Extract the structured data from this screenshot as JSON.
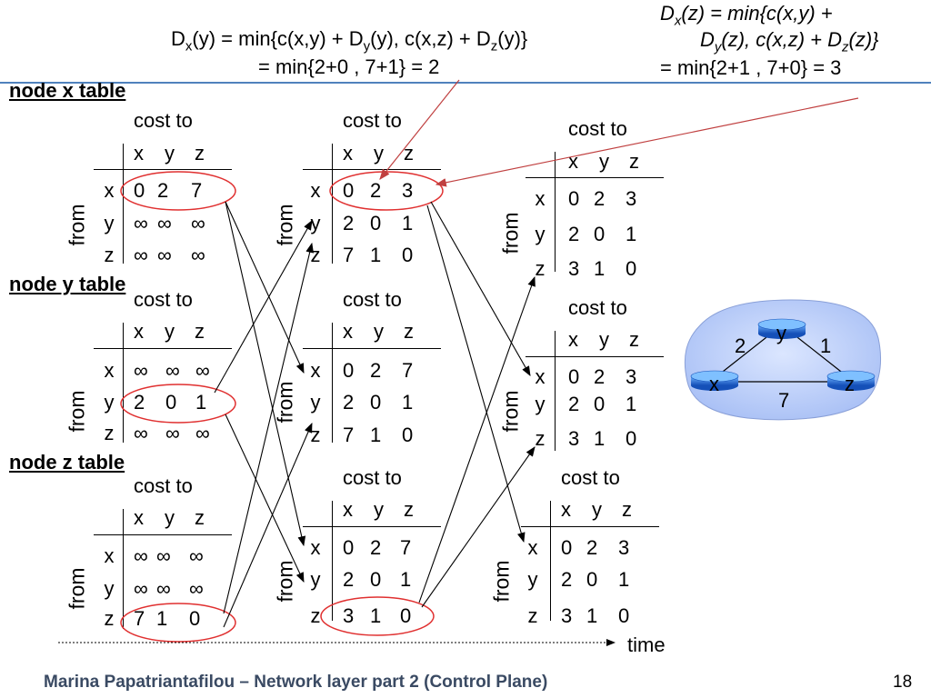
{
  "formula_left": {
    "line1_pre": "D",
    "line1_sub1": "x",
    "line1_mid1": "(y) = min{c(x,y) + D",
    "line1_sub2": "y",
    "line1_mid2": "(y), c(x,z) + D",
    "line1_sub3": "z",
    "line1_end": "(y)}",
    "line2": "= min{2+0 , 7+1} = 2"
  },
  "formula_right": {
    "line1_pre": "D",
    "line1_sub1": "x",
    "line1_mid": "(z) = min{c(x,y) +",
    "line2_pre": "D",
    "line2_sub1": "y",
    "line2_mid": "(z), c(x,z) + D",
    "line2_sub2": "z",
    "line2_end": "(z)}",
    "line3": "= min{2+1 , 7+0} = 3"
  },
  "section_titles": {
    "x": "node x table",
    "y": "node y table",
    "z": "node z table"
  },
  "labels": {
    "cost_to": "cost to",
    "from": "from",
    "cols": [
      "x",
      "y",
      "z"
    ],
    "rows": [
      "x",
      "y",
      "z"
    ],
    "time": "time"
  },
  "tables": [
    {
      "id": "x-t0",
      "rows": [
        [
          "0",
          "2",
          "7"
        ],
        [
          "∞",
          "∞",
          "∞"
        ],
        [
          "∞",
          "∞",
          "∞"
        ]
      ]
    },
    {
      "id": "x-t1",
      "rows": [
        [
          "0",
          "2",
          "3"
        ],
        [
          "2",
          "0",
          "1"
        ],
        [
          "7",
          "1",
          "0"
        ]
      ]
    },
    {
      "id": "x-t2",
      "rows": [
        [
          "0",
          "2",
          "3"
        ],
        [
          "2",
          "0",
          "1"
        ],
        [
          "3",
          "1",
          "0"
        ]
      ]
    },
    {
      "id": "y-t0",
      "rows": [
        [
          "∞",
          "∞",
          "∞"
        ],
        [
          "2",
          "0",
          "1"
        ],
        [
          "∞",
          "∞",
          "∞"
        ]
      ]
    },
    {
      "id": "y-t1",
      "rows": [
        [
          "0",
          "2",
          "7"
        ],
        [
          "2",
          "0",
          "1"
        ],
        [
          "7",
          "1",
          "0"
        ]
      ]
    },
    {
      "id": "y-t2",
      "rows": [
        [
          "0",
          "2",
          "3"
        ],
        [
          "2",
          "0",
          "1"
        ],
        [
          "3",
          "1",
          "0"
        ]
      ]
    },
    {
      "id": "z-t0",
      "rows": [
        [
          "∞",
          "∞",
          "∞"
        ],
        [
          "∞",
          "∞",
          "∞"
        ],
        [
          "7",
          "1",
          "0"
        ]
      ]
    },
    {
      "id": "z-t1",
      "rows": [
        [
          "0",
          "2",
          "7"
        ],
        [
          "2",
          "0",
          "1"
        ],
        [
          "3",
          "1",
          "0"
        ]
      ]
    },
    {
      "id": "z-t2",
      "rows": [
        [
          "0",
          "2",
          "3"
        ],
        [
          "2",
          "0",
          "1"
        ],
        [
          "3",
          "1",
          "0"
        ]
      ]
    }
  ],
  "network": {
    "nodes": [
      "x",
      "y",
      "z"
    ],
    "edges": [
      {
        "from": "x",
        "to": "y",
        "cost": "2"
      },
      {
        "from": "y",
        "to": "z",
        "cost": "1"
      },
      {
        "from": "x",
        "to": "z",
        "cost": "7"
      }
    ]
  },
  "footer": {
    "text": "Marina Papatriantafilou –  Network layer part 2 (Control Plane)",
    "page": "18"
  },
  "colors": {
    "highlight": "#e03030",
    "annotation_arrow": "#c04040",
    "blue_line": "#4f81bd",
    "node_bg": "#bcd0ff",
    "router": "#1f6fd8",
    "footer_text": "#3a4a63"
  }
}
